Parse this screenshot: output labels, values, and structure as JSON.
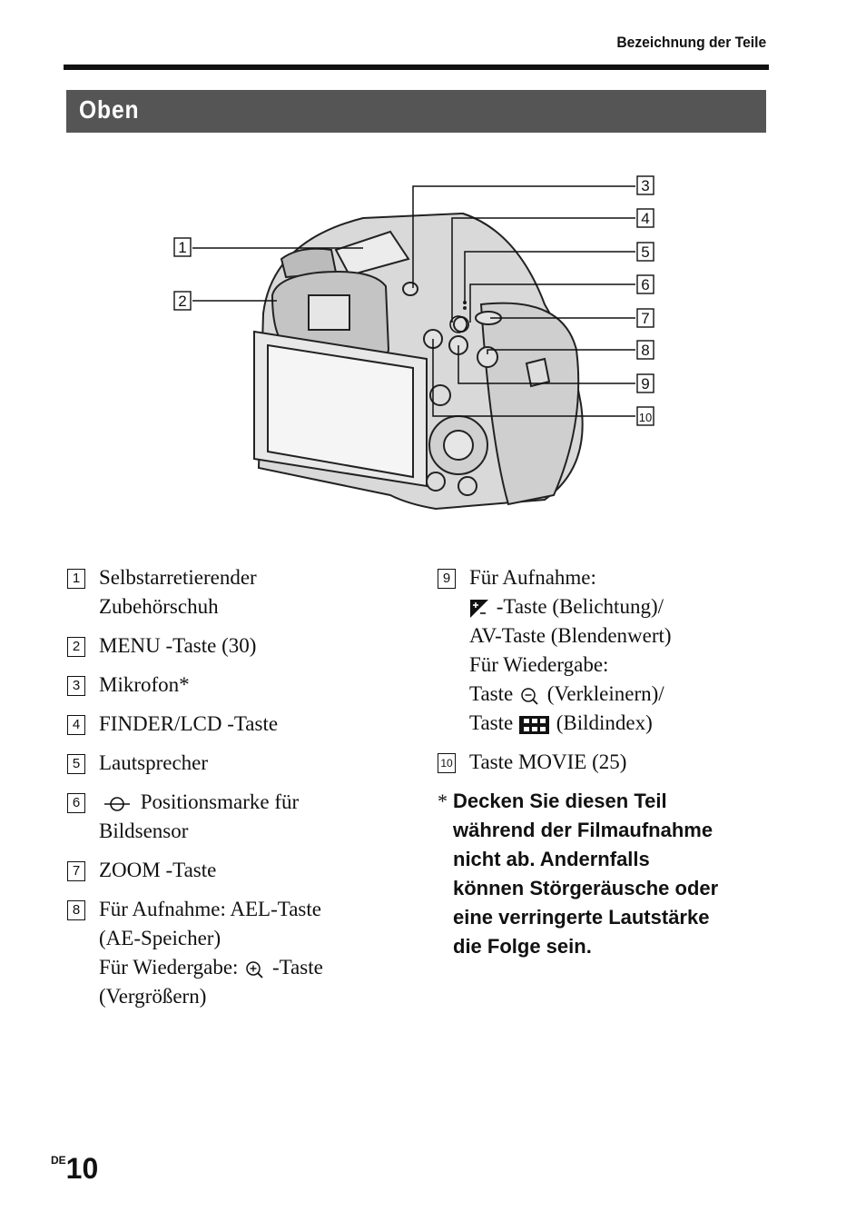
{
  "header": {
    "title": "Bezeichnung der Teile"
  },
  "section": {
    "title": "Oben"
  },
  "figure": {
    "callouts": [
      "1",
      "2",
      "3",
      "4",
      "5",
      "6",
      "7",
      "8",
      "9",
      "10"
    ]
  },
  "items_left": [
    {
      "num": "1",
      "lines": [
        "Selbstarretierender",
        "Zubehörschuh"
      ]
    },
    {
      "num": "2",
      "lines": [
        "MENU -Taste (30)"
      ]
    },
    {
      "num": "3",
      "lines": [
        "Mikrofon*"
      ]
    },
    {
      "num": "4",
      "lines": [
        "FINDER/LCD -Taste"
      ]
    },
    {
      "num": "5",
      "lines": [
        "Lautsprecher"
      ]
    },
    {
      "num": "6",
      "l1": "Positionsmarke für",
      "l2": "Bildsensor",
      "icon": "image-sensor-mark-icon"
    },
    {
      "num": "7",
      "lines": [
        "ZOOM -Taste"
      ]
    },
    {
      "num": "8",
      "l1": "Für Aufnahme: AEL-Taste",
      "l2": "(AE-Speicher)",
      "l3a": "Für Wiedergabe:",
      "l3b": "-Taste",
      "l4": "(Vergrößern)",
      "icon": "zoom-in-icon"
    }
  ],
  "items_right": [
    {
      "num": "9",
      "l1": "Für Aufnahme:",
      "l2": "-Taste (Belichtung)/",
      "l3": "AV-Taste (Blendenwert)",
      "l4": "Für Wiedergabe:",
      "l5a": "Taste",
      "l5b": "(Verkleinern)/",
      "l6a": "Taste",
      "l6b": "(Bildindex)"
    },
    {
      "num": "10",
      "lines": [
        "Taste MOVIE (25)"
      ]
    }
  ],
  "footnote": {
    "star": "*",
    "lines": [
      "Decken Sie diesen Teil",
      "während der Filmaufnahme",
      "nicht ab. Andernfalls",
      "können Störgeräusche oder",
      "eine verringerte Lautstärke",
      "die Folge sein."
    ]
  },
  "page": {
    "lang": "DE",
    "number": "10"
  }
}
